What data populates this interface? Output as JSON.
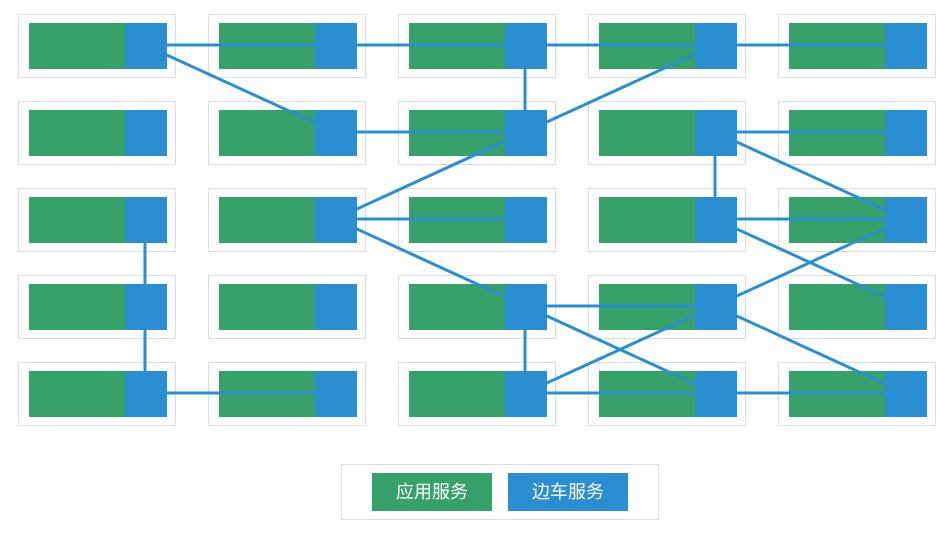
{
  "diagram": {
    "type": "service-mesh-grid",
    "rows": 5,
    "cols": 5,
    "colors": {
      "app": "#36A269",
      "sidecar": "#2A8FD2",
      "edge": "#2A8FD2",
      "node_border": "#DCDCDC"
    },
    "node": {
      "app_block": "app-service",
      "sidecar_block": "sidecar-service"
    },
    "edges": [
      [
        0,
        0,
        0,
        1
      ],
      [
        0,
        1,
        0,
        2
      ],
      [
        0,
        2,
        0,
        3
      ],
      [
        0,
        3,
        0,
        4
      ],
      [
        1,
        1,
        1,
        2
      ],
      [
        1,
        3,
        1,
        4
      ],
      [
        2,
        1,
        2,
        2
      ],
      [
        2,
        3,
        2,
        4
      ],
      [
        3,
        2,
        3,
        3
      ],
      [
        4,
        0,
        4,
        1
      ],
      [
        4,
        2,
        4,
        3
      ],
      [
        4,
        3,
        4,
        4
      ],
      [
        0,
        2,
        1,
        2
      ],
      [
        1,
        3,
        2,
        3
      ],
      [
        2,
        0,
        3,
        0
      ],
      [
        3,
        0,
        4,
        0
      ],
      [
        3,
        2,
        4,
        2
      ],
      [
        0,
        0,
        1,
        1
      ],
      [
        0,
        3,
        1,
        2
      ],
      [
        1,
        2,
        2,
        1
      ],
      [
        1,
        3,
        2,
        4
      ],
      [
        2,
        1,
        3,
        2
      ],
      [
        2,
        4,
        3,
        3
      ],
      [
        2,
        3,
        3,
        4
      ],
      [
        3,
        3,
        4,
        4
      ],
      [
        3,
        2,
        4,
        3
      ],
      [
        3,
        3,
        4,
        2
      ]
    ]
  },
  "legend": {
    "app_label": "应用服务",
    "sidecar_label": "边车服务"
  }
}
